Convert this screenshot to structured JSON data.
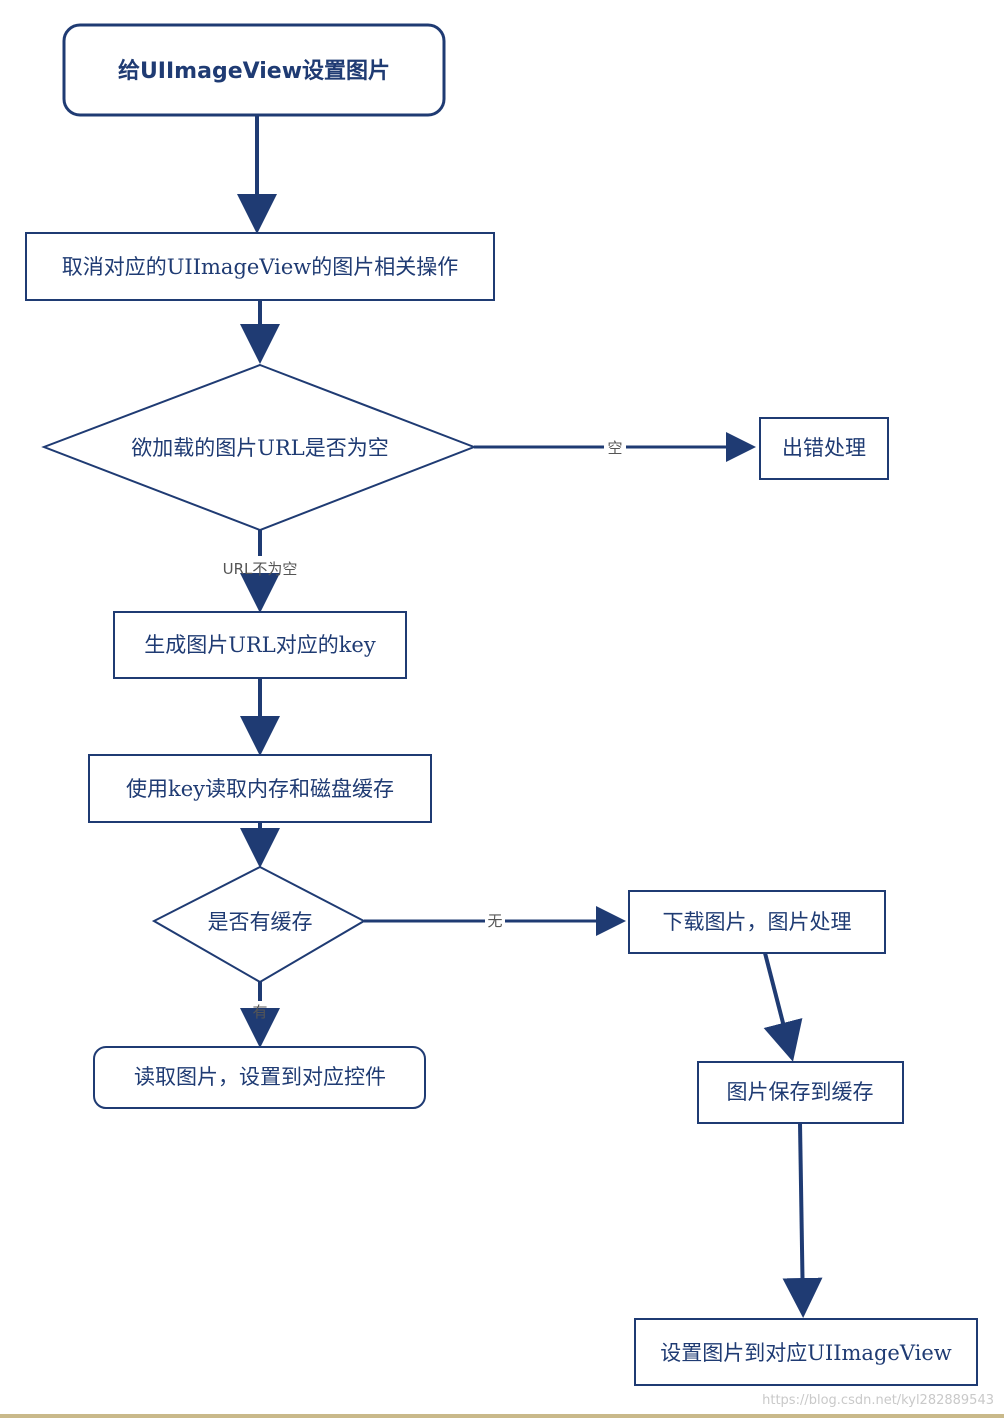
{
  "nodes": {
    "start": "给UIImageView设置图片",
    "cancel": "取消对应的UIImageView的图片相关操作",
    "check_url": "欲加载的图片URL是否为空",
    "error": "出错处理",
    "gen_key": "生成图片URL对应的key",
    "read_cache": "使用key读取内存和磁盘缓存",
    "has_cache": "是否有缓存",
    "download": "下载图片，图片处理",
    "read_set": "读取图片，设置到对应控件",
    "save_cache": "图片保存到缓存",
    "set_view": "设置图片到对应UIImageView"
  },
  "edges": {
    "empty": "空",
    "url_not_empty": "URL不为空",
    "none": "无",
    "has": "有"
  },
  "watermark": "https://blog.csdn.net/kyl282889543",
  "colors": {
    "stroke": "#1f3b73",
    "text": "#1f3b73",
    "edge_label": "#555555",
    "background": "#ffffff"
  }
}
